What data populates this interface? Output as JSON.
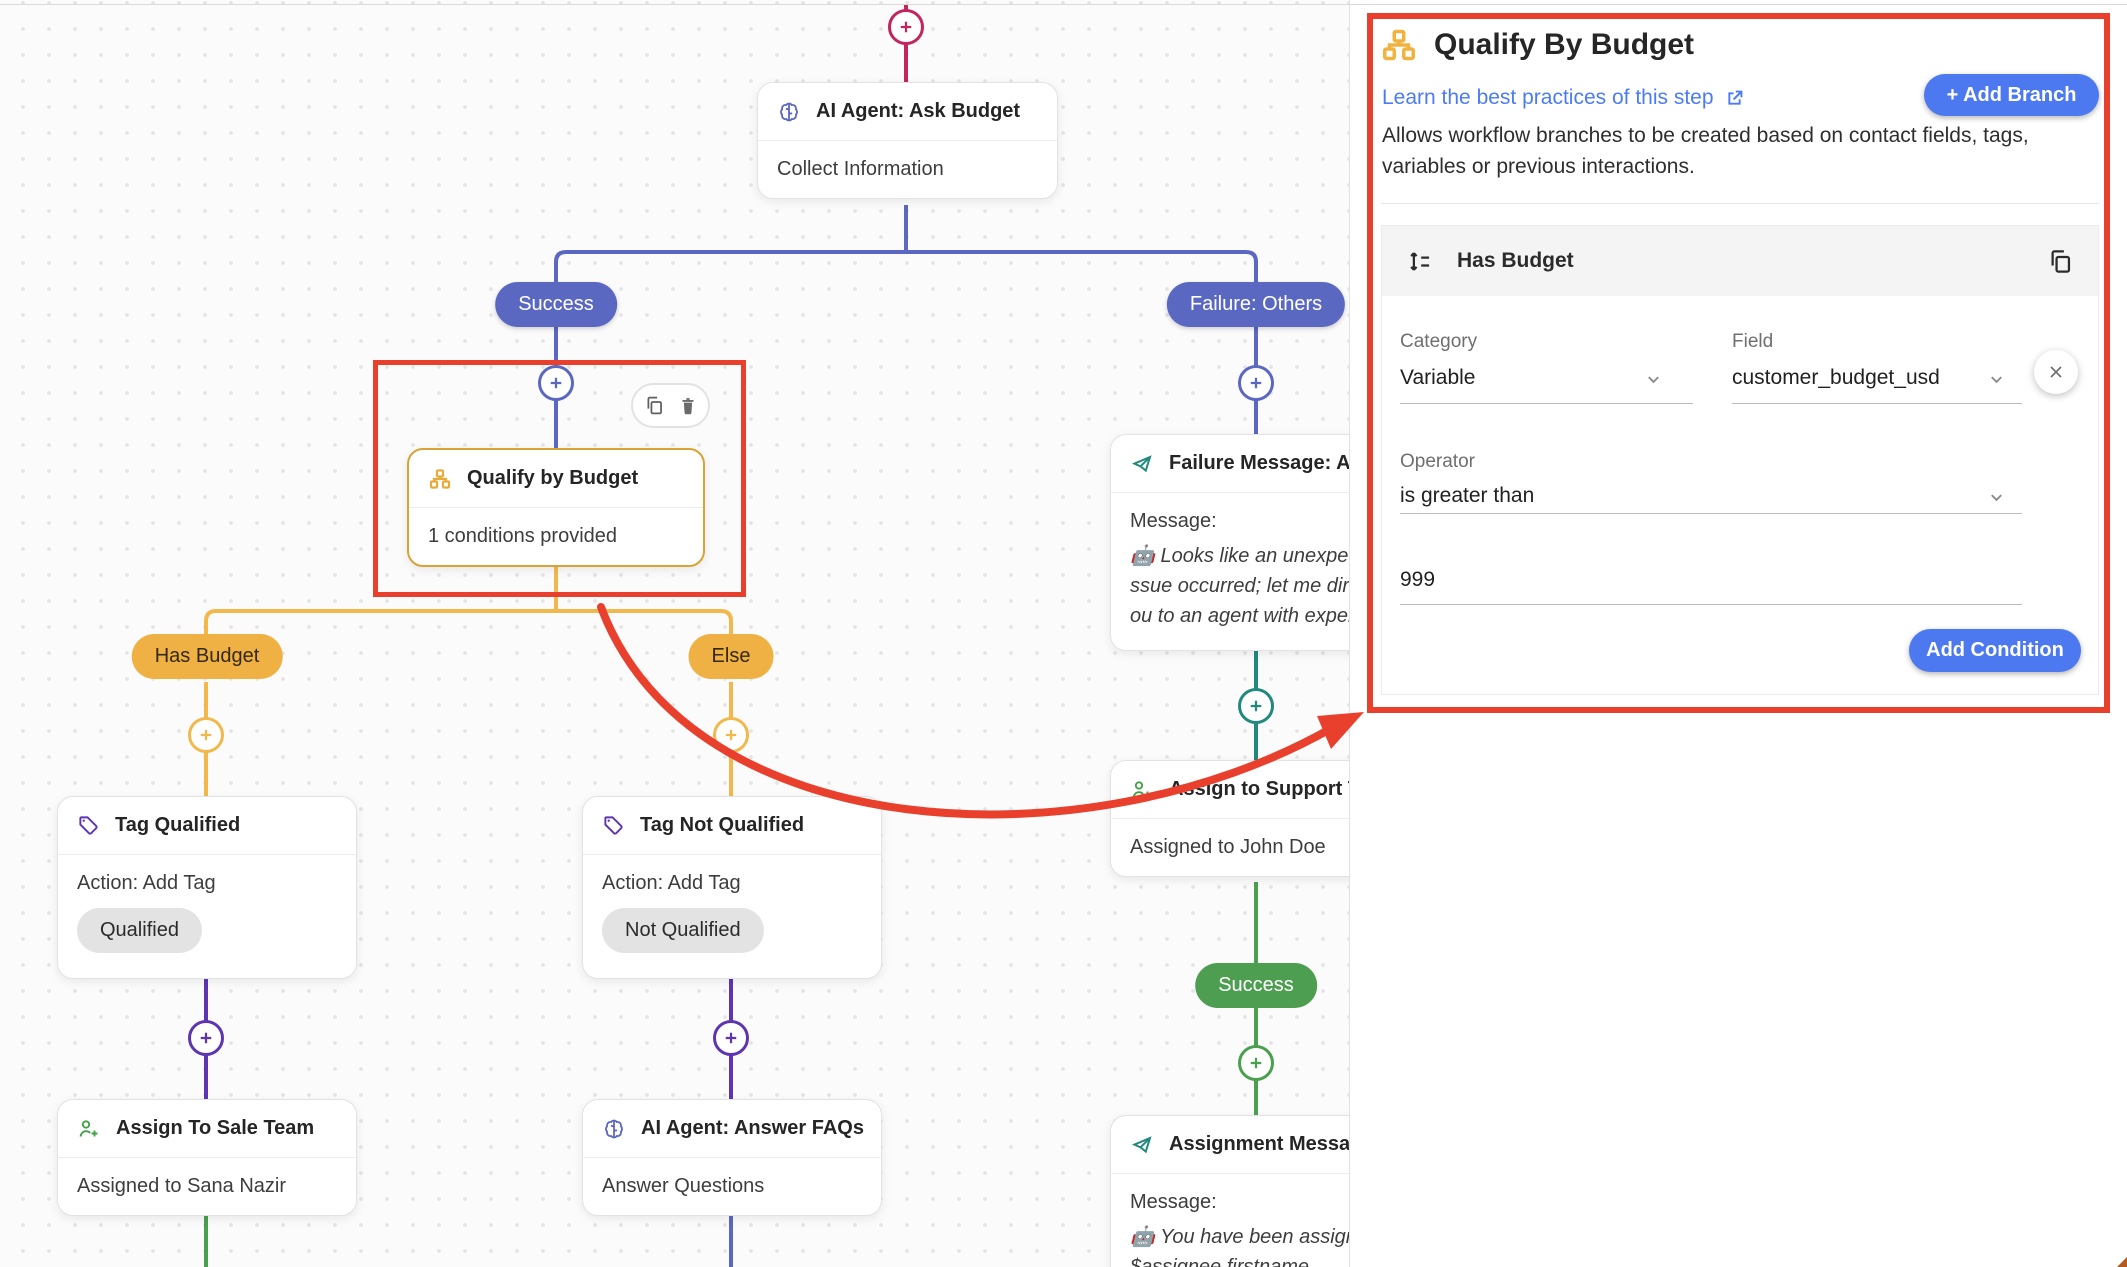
{
  "colors": {
    "annotation_red": "#e8402c",
    "indigo": "#5b68c1",
    "pink": "#c2265e",
    "amber": "#f2b84b",
    "amber_badge": "#f0b144",
    "purple": "#5e35b1",
    "teal": "#21897e",
    "green": "#4aa04f",
    "button_blue": "#4c78f0",
    "link_blue": "#4b7bf5"
  },
  "canvas": {
    "badges": {
      "success_indigo": "Success",
      "failure_others": "Failure: Others",
      "has_budget": "Has Budget",
      "else": "Else",
      "success_green": "Success"
    },
    "nodes": {
      "ask_budget": {
        "title": "AI Agent: Ask Budget",
        "body": "Collect Information"
      },
      "qualify": {
        "title": "Qualify by Budget",
        "body": "1 conditions provided"
      },
      "tag_qualified": {
        "title": "Tag Qualified",
        "action": "Action: Add Tag",
        "chip": "Qualified"
      },
      "tag_not_qualified": {
        "title": "Tag Not Qualified",
        "action": "Action: Add Tag",
        "chip": "Not Qualified"
      },
      "assign_sale": {
        "title": "Assign To Sale Team",
        "body": "Assigned to Sana Nazir"
      },
      "answer_faqs": {
        "title": "AI Agent: Answer FAQs",
        "body": "Answer Questions"
      },
      "failure_message": {
        "title": "Failure Message: Assi",
        "label": "Message:",
        "lines": [
          "🤖 Looks like an unexpect",
          "ssue occurred; let me dire",
          "ou to an agent with expert"
        ]
      },
      "assign_support": {
        "title": "Assign to Support Tea",
        "body": "Assigned to John Doe"
      },
      "assignment_message": {
        "title": "Assignment Message",
        "label": "Message:",
        "lines": [
          "🤖 You have been assigne",
          "$assignee.firstname"
        ]
      }
    }
  },
  "panel": {
    "title": "Qualify By Budget",
    "link_label": "Learn the best practices of this step",
    "add_branch_label": "+ Add Branch",
    "description": "Allows workflow branches to be created based on contact fields, tags, variables or previous interactions.",
    "condition": {
      "name": "Has Budget",
      "category_label": "Category",
      "category_value": "Variable",
      "field_label": "Field",
      "field_value": "customer_budget_usd",
      "operator_label": "Operator",
      "operator_value": "is greater than",
      "value": "999",
      "add_condition_label": "Add Condition"
    }
  }
}
